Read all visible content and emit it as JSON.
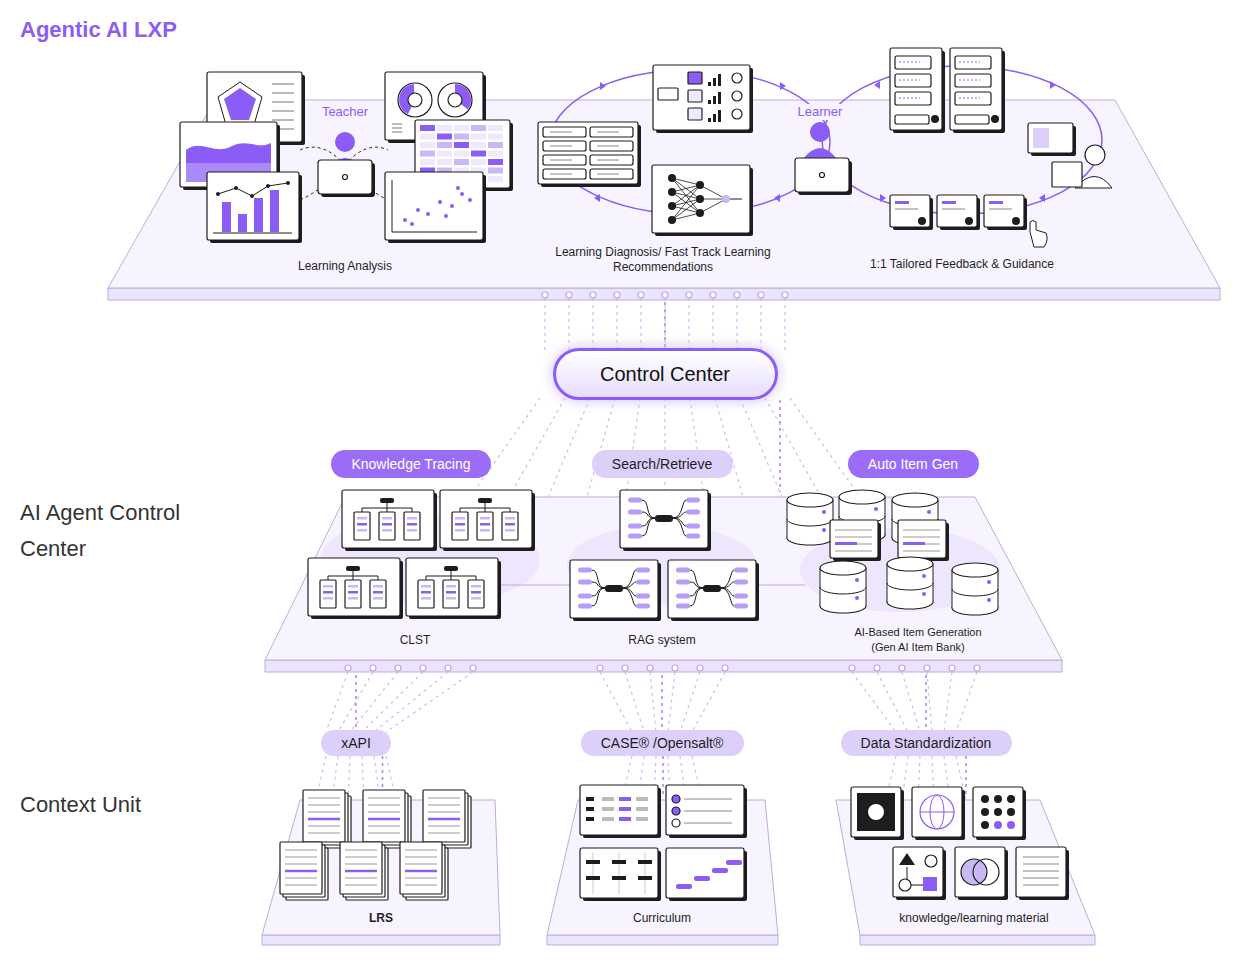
{
  "diagram": {
    "title": "Agentic AI LXP",
    "nodes": [
      {
        "text": [
          "Learning Analysis",
          "Learning Diagnosis/ Fast Track Learning Recommendations",
          "1:1 Tailored Feedback & Guidance"
        ]
      },
      {
        "text": [
          "Control Center"
        ]
      },
      {
        "text": [
          "Knowledge Tracing"
        ]
      },
      {
        "text": [
          "Search/Retrieve"
        ]
      },
      {
        "text": [
          "Auto Item Gen"
        ]
      },
      {
        "text": [
          "CLST",
          "RAG system",
          "AI-Based Item Generation (Gen AI Item Bank)"
        ]
      },
      {
        "text": [
          "xAPI"
        ]
      },
      {
        "text": [
          "CASE® /Opensalt®"
        ]
      },
      {
        "text": [
          "Data Standardization"
        ]
      },
      {
        "text": [
          "LRS"
        ]
      },
      {
        "text": [
          "Curriculum"
        ]
      },
      {
        "text": [
          "knowledge/learning material"
        ]
      }
    ],
    "edges": [
      {
        "from": 0,
        "to": 1,
        "arrow": "none"
      },
      {
        "from": 1,
        "to": 5,
        "arrow": "none"
      },
      {
        "from": 5,
        "to": 6,
        "arrow": "none"
      },
      {
        "from": 5,
        "to": 7,
        "arrow": "none"
      },
      {
        "from": 5,
        "to": 8,
        "arrow": "none"
      },
      {
        "from": 6,
        "to": 9,
        "arrow": "none"
      },
      {
        "from": 7,
        "to": 10,
        "arrow": "none"
      },
      {
        "from": 8,
        "to": 11,
        "arrow": "none"
      }
    ],
    "labels": [
      "Teacher",
      "Learner",
      "AI Agent Control Center",
      "Context Unit"
    ]
  }
}
